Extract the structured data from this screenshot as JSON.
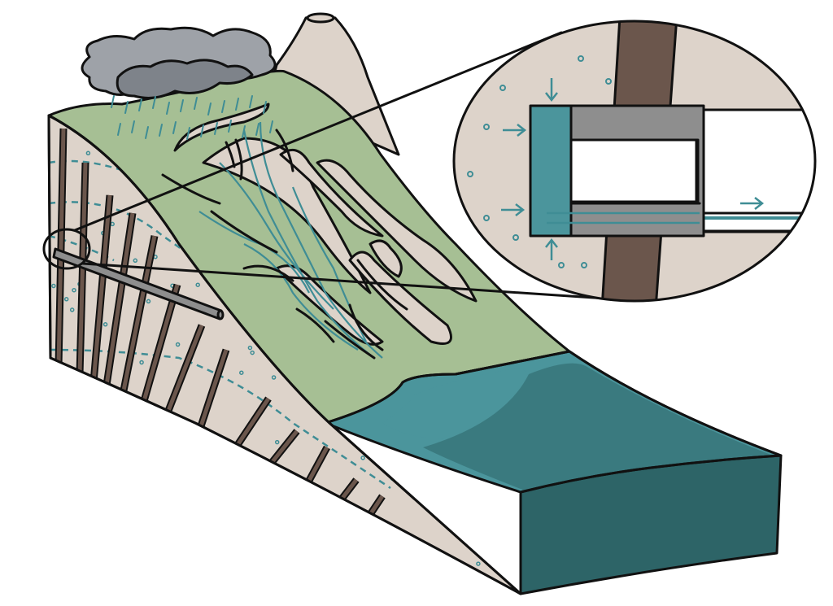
{
  "colors": {
    "background": "#ffffff",
    "soil": "#ddd3ca",
    "peak": "#ddd3ca",
    "grass": "#a6bf94",
    "water_surface": "#4b959c",
    "water_body": "#2d6467",
    "pile": "#6b564c",
    "cloud": "#9ea2a8",
    "cloud_shade": "#7e838a",
    "gray_block": "#8e8e8e",
    "teal_stroke": "#3f8d95",
    "outline": "#111111"
  },
  "icons": {
    "cloud": "storm-cloud-icon",
    "rain": "rain-streaks",
    "arrow": "arrow-icon",
    "pore": "pore-dot"
  },
  "diagram": {
    "subject": "slope-with-drainage-pipe-and-piles",
    "pile_count": 13,
    "inset_arrow_directions": [
      "down",
      "right",
      "right",
      "up",
      "right"
    ],
    "zoom_marker": "circle-on-slope-face"
  }
}
